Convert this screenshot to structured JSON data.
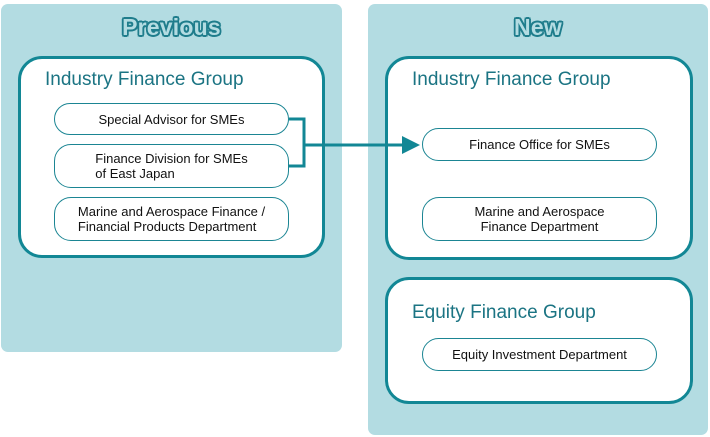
{
  "previous": {
    "title": "Previous",
    "group": {
      "title": "Industry Finance Group",
      "units": [
        "Special Advisor  for SMEs",
        "Finance Division for SMEs\nof East Japan",
        "Marine and Aerospace Finance /\nFinancial Products Department"
      ]
    }
  },
  "new": {
    "title": "New",
    "industry_group": {
      "title": "Industry Finance Group",
      "units": [
        "Finance Office for SMEs",
        "Marine and Aerospace\nFinance Department"
      ]
    },
    "equity_group": {
      "title": "Equity Finance Group",
      "units": [
        "Equity Investment Department"
      ]
    }
  },
  "colors": {
    "panel": "#b3dce2",
    "border": "#128795",
    "title_text": "#1b7483",
    "arrow": "#128795"
  }
}
